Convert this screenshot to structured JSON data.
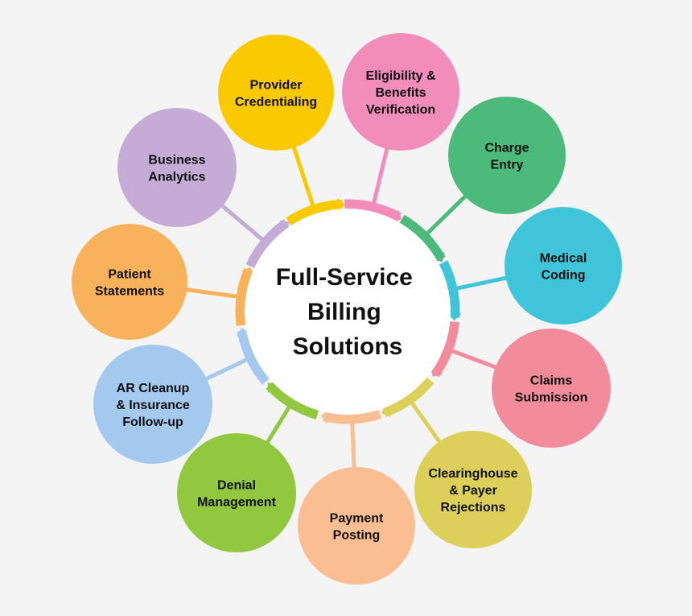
{
  "center": {
    "lines": [
      "Full-Service",
      "Billing",
      "Solutions"
    ]
  },
  "nodes": [
    {
      "id": "provider-credentialing",
      "lines": [
        "Provider",
        "Credentialing"
      ],
      "color": "#fbc900"
    },
    {
      "id": "eligibility-benefits-verification",
      "lines": [
        "Eligibility &",
        "Benefits",
        "Verification"
      ],
      "color": "#f28cbb"
    },
    {
      "id": "charge-entry",
      "lines": [
        "Charge",
        "Entry"
      ],
      "color": "#4cba7a"
    },
    {
      "id": "medical-coding",
      "lines": [
        "Medical",
        "Coding"
      ],
      "color": "#40c4da"
    },
    {
      "id": "claims-submission",
      "lines": [
        "Claims",
        "Submission"
      ],
      "color": "#f28b9b"
    },
    {
      "id": "clearinghouse-payer-rejections",
      "lines": [
        "Clearinghouse",
        "& Payer",
        "Rejections"
      ],
      "color": "#ddd05a"
    },
    {
      "id": "payment-posting",
      "lines": [
        "Payment",
        "Posting"
      ],
      "color": "#fbbd92"
    },
    {
      "id": "denial-management",
      "lines": [
        "Denial",
        "Management"
      ],
      "color": "#92c740"
    },
    {
      "id": "ar-cleanup-insurance-follow-up",
      "lines": [
        "AR Cleanup",
        "& Insurance",
        "Follow-up"
      ],
      "color": "#a4c8ee"
    },
    {
      "id": "patient-statements",
      "lines": [
        "Patient",
        "Statements"
      ],
      "color": "#f9b25c"
    },
    {
      "id": "business-analytics",
      "lines": [
        "Business",
        "Analytics"
      ],
      "color": "#c4acd6"
    }
  ]
}
